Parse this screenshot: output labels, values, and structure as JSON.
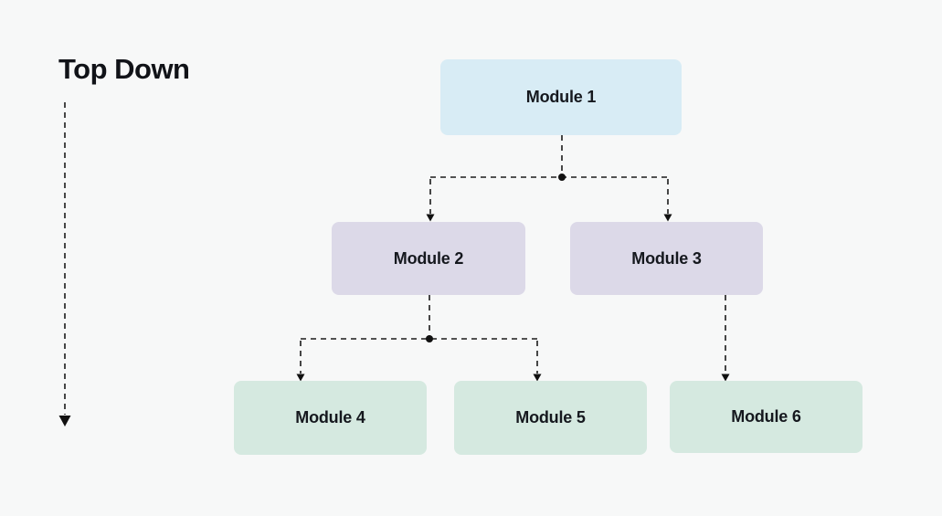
{
  "title": "Top Down",
  "flow_direction": "top-to-bottom",
  "colors": {
    "background": "#f7f8f8",
    "level1_fill": "#d8ecf5",
    "level2_fill": "#dcd9e8",
    "level3_fill": "#d5e9e0",
    "connector": "#1b1b1b",
    "text": "#15181e"
  },
  "nodes": [
    {
      "id": "module-1",
      "label": "Module 1",
      "level": 1,
      "fill": "#d8ecf5"
    },
    {
      "id": "module-2",
      "label": "Module 2",
      "level": 2,
      "fill": "#dcd9e8"
    },
    {
      "id": "module-3",
      "label": "Module 3",
      "level": 2,
      "fill": "#dcd9e8"
    },
    {
      "id": "module-4",
      "label": "Module 4",
      "level": 3,
      "fill": "#d5e9e0"
    },
    {
      "id": "module-5",
      "label": "Module 5",
      "level": 3,
      "fill": "#d5e9e0"
    },
    {
      "id": "module-6",
      "label": "Module 6",
      "level": 3,
      "fill": "#d5e9e0"
    }
  ],
  "edges": [
    {
      "from": "Module 1",
      "to": "Module 2",
      "style": "dashed-arrow"
    },
    {
      "from": "Module 1",
      "to": "Module 3",
      "style": "dashed-arrow"
    },
    {
      "from": "Module 2",
      "to": "Module 4",
      "style": "dashed-arrow"
    },
    {
      "from": "Module 2",
      "to": "Module 5",
      "style": "dashed-arrow"
    },
    {
      "from": "Module 3",
      "to": "Module 6",
      "style": "dashed-arrow"
    }
  ],
  "guide_arrow": {
    "icon": "down-arrow-icon",
    "meaning": "top down flow direction"
  }
}
